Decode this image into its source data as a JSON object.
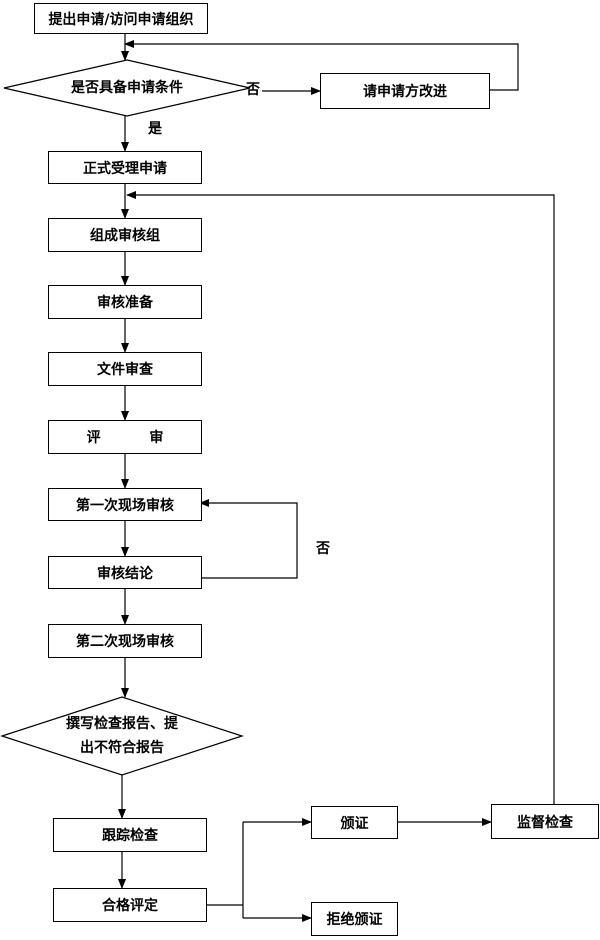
{
  "nodes": {
    "submit": "提出申请/访问申请组织",
    "condition": "是否具备申请条件",
    "improve": "请申请方改进",
    "accept": "正式受理申请",
    "team": "组成审核组",
    "prepare": "审核准备",
    "doc_review": "文件审查",
    "evaluate": "评          审",
    "audit1": "第一次现场审核",
    "conclusion": "审核结论",
    "audit2": "第二次现场审核",
    "report_line1": "撰写检查报告、提",
    "report_line2": "出不符合报告",
    "tracking": "跟踪检查",
    "assessment": "合格评定",
    "certify": "颁证",
    "reject": "拒绝颁证",
    "supervise": "监督检查"
  },
  "labels": {
    "no_condition": "否",
    "yes_condition": "是",
    "no_conclusion": "否"
  }
}
